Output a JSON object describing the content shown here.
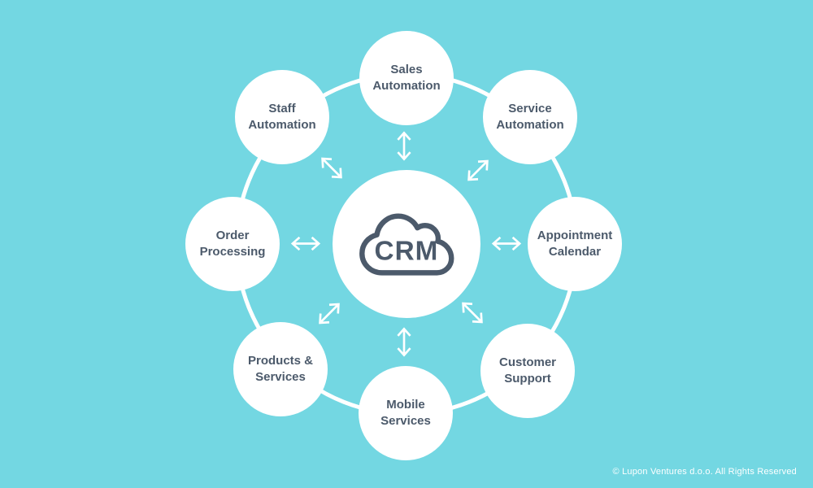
{
  "colors": {
    "background": "#73D7E2",
    "node_fill": "#FFFFFF",
    "text": "#4C5A6B",
    "connector": "#FFFFFF"
  },
  "center": {
    "label": "CRM",
    "icon": "cloud-icon"
  },
  "satellites": [
    {
      "id": "sales-automation",
      "label": "Sales Automation",
      "position": "top"
    },
    {
      "id": "service-automation",
      "label": "Service Automation",
      "position": "top-right"
    },
    {
      "id": "appointment-calendar",
      "label": "Appointment Calendar",
      "position": "right"
    },
    {
      "id": "customer-support",
      "label": "Customer Support",
      "position": "bottom-right"
    },
    {
      "id": "mobile-services",
      "label": "Mobile Services",
      "position": "bottom"
    },
    {
      "id": "products-services",
      "label": "Products & Services",
      "position": "bottom-left"
    },
    {
      "id": "order-processing",
      "label": "Order Processing",
      "position": "left"
    },
    {
      "id": "staff-automation",
      "label": "Staff Automation",
      "position": "top-left"
    }
  ],
  "connectors": {
    "type": "bidirectional-arrow",
    "positions": [
      "top",
      "top-right",
      "right",
      "bottom-right",
      "bottom",
      "bottom-left",
      "left",
      "top-left"
    ]
  },
  "footer": {
    "copyright": "© Lupon Ventures d.o.o. All Rights Reserved"
  }
}
